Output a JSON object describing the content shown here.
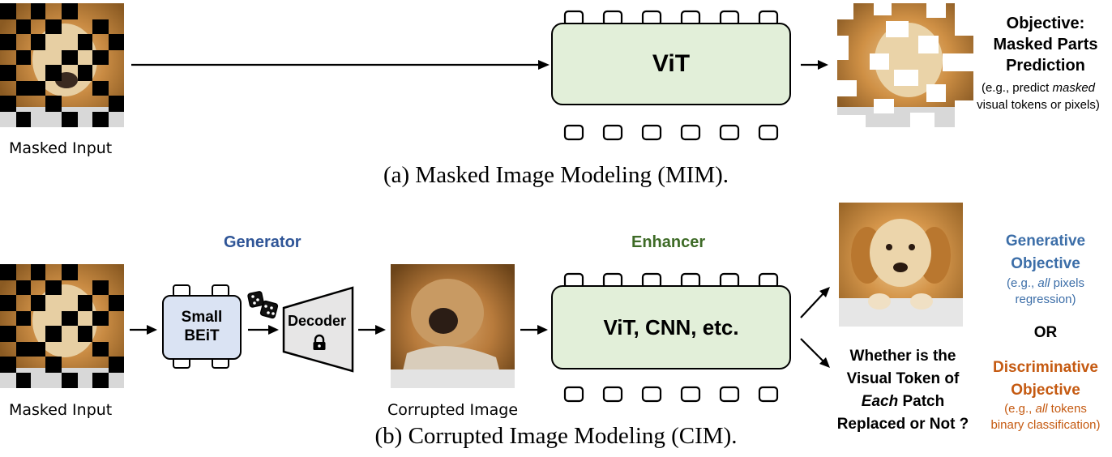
{
  "mim": {
    "input_label": "Masked Input",
    "encoder_label": "ViT",
    "objective_title_1": "Objective:",
    "objective_title_2": "Masked Parts",
    "objective_title_3": "Prediction",
    "objective_desc_1a": "(e.g., predict ",
    "objective_desc_1b": "masked",
    "objective_desc_2": "visual tokens or pixels)",
    "caption": "(a) Masked Image Modeling (MIM)."
  },
  "cim": {
    "input_label": "Masked Input",
    "generator_heading": "Generator",
    "small_beit_1": "Small",
    "small_beit_2": "BEiT",
    "decoder_label": "Decoder",
    "corrupted_label": "Corrupted Image",
    "enhancer_heading": "Enhancer",
    "enhancer_label": "ViT, CNN, etc.",
    "gen_obj_1": "Generative",
    "gen_obj_2": "Objective",
    "gen_desc_1a": "(e.g., ",
    "gen_desc_1b": "all",
    "gen_desc_1c": " pixels",
    "gen_desc_2": "regression)",
    "or_label": "OR",
    "disc_obj_1": "Discriminative",
    "disc_obj_2": "Objective",
    "disc_desc_1a": "(e.g., ",
    "disc_desc_1b": "all",
    "disc_desc_1c": " tokens",
    "disc_desc_2": "binary classification)",
    "question_1": "Whether is the",
    "question_2": "Visual Token of",
    "question_3a": "Each",
    "question_3b": " Patch",
    "question_4": "Replaced or Not ?",
    "caption": "(b) Corrupted Image Modeling (CIM)."
  },
  "colors": {
    "vit_fill": "#e2efd9",
    "beit_fill": "#dae3f3",
    "decoder_fill": "#e7e6e6",
    "generator_blue": "#2f5597",
    "enhancer_green": "#3e6b27",
    "generative_blue": "#3c6ea8",
    "discriminative_orange": "#c55a11"
  },
  "icons": [
    "dice-icon",
    "lock-icon",
    "arrow-icon"
  ]
}
